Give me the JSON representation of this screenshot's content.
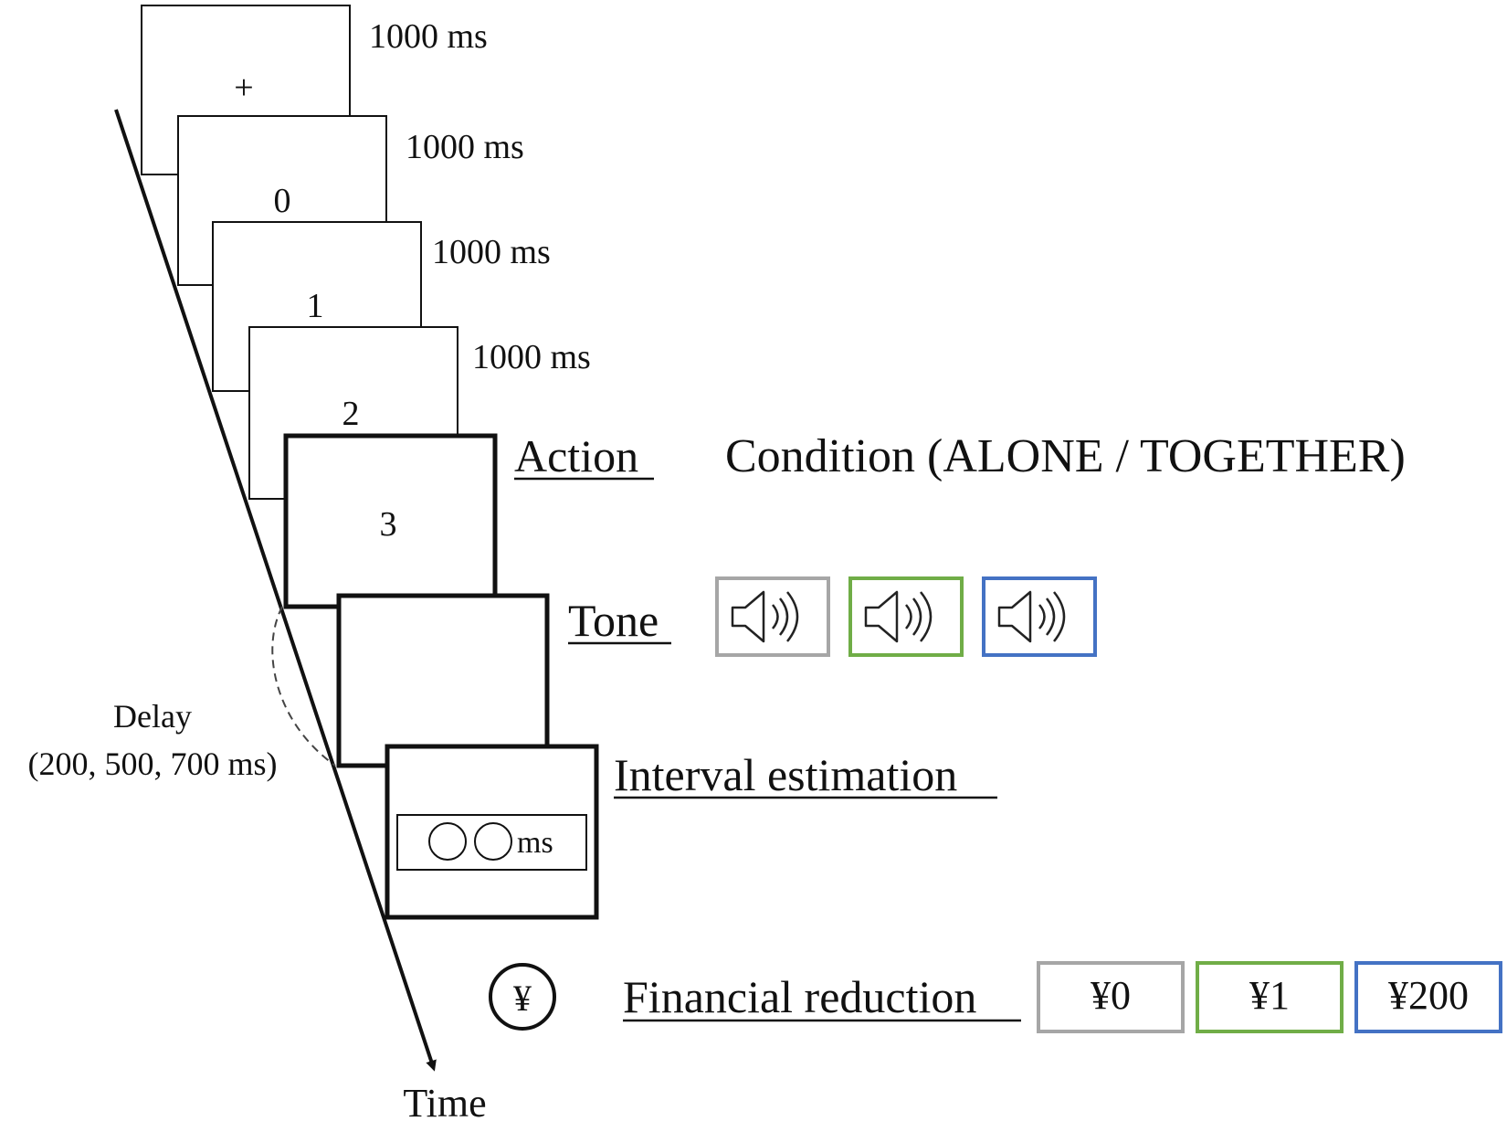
{
  "timeline": {
    "label": "Time"
  },
  "screens": [
    {
      "content": "+",
      "duration": "1000 ms"
    },
    {
      "content": "0",
      "duration": "1000 ms"
    },
    {
      "content": "1",
      "duration": "1000 ms"
    },
    {
      "content": "2",
      "duration": "1000 ms"
    },
    {
      "content": "3"
    }
  ],
  "steps": {
    "action": "Action",
    "tone": "Tone",
    "interval_estimation": "Interval estimation",
    "financial_reduction": "Financial reduction"
  },
  "condition": "Condition (ALONE / TOGETHER)",
  "delay": {
    "line1": "Delay",
    "line2": "(200, 500, 700 ms)"
  },
  "estimation_field": {
    "unit": "ms"
  },
  "tone_icons": [
    {
      "icon": "speaker-icon",
      "color": "#a6a6a6"
    },
    {
      "icon": "speaker-icon",
      "color": "#70ad47"
    },
    {
      "icon": "speaker-icon",
      "color": "#4472c4"
    }
  ],
  "financial": {
    "icon_symbol": "¥",
    "options": [
      {
        "label": "¥0",
        "color": "#a6a6a6"
      },
      {
        "label": "¥1",
        "color": "#70ad47"
      },
      {
        "label": "¥200",
        "color": "#4472c4"
      }
    ]
  }
}
